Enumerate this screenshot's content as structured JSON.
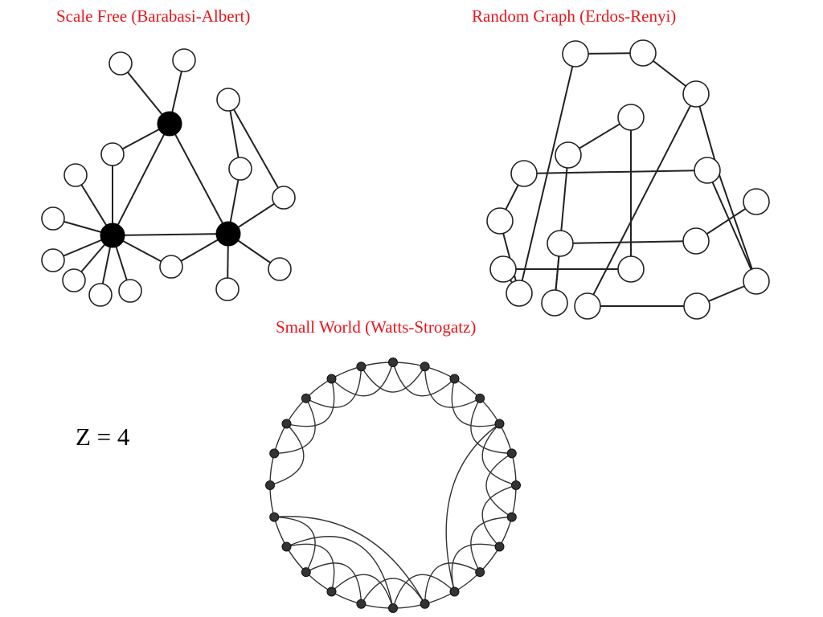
{
  "panels": {
    "scale_free": {
      "title": "Scale Free (Barabasi-Albert)"
    },
    "random": {
      "title": "Random Graph (Erdos-Renyi)"
    },
    "small_world": {
      "title": "Small World (Watts-Strogatz)",
      "z_label": "Z = 4"
    }
  },
  "colors": {
    "title": "#e8141b",
    "node_fill": "#000000",
    "edge": "#222222"
  }
}
